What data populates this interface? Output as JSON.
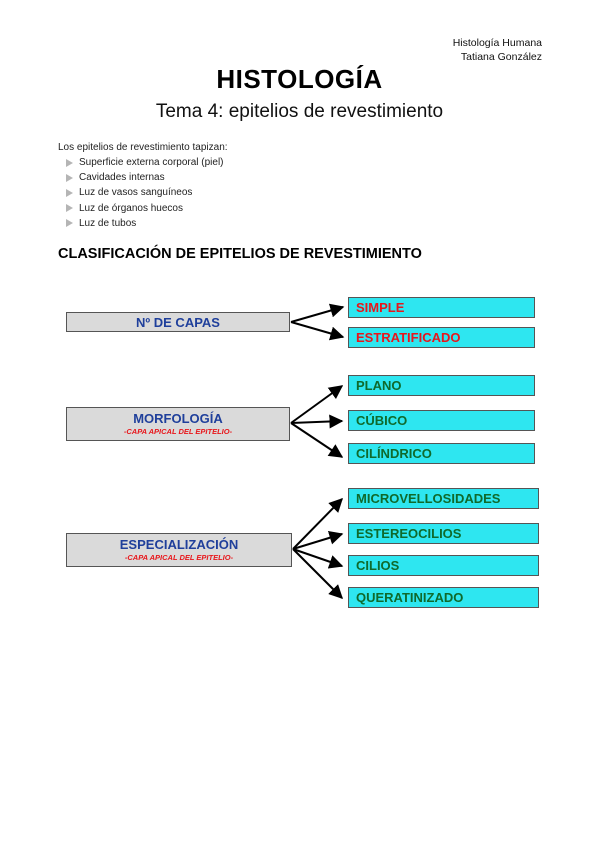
{
  "header": {
    "course": "Histología Humana",
    "author": "Tatiana González"
  },
  "title": "HISTOLOGÍA",
  "subtitle": "Tema 4: epitelios de revestimiento",
  "intro": {
    "text": "Los epitelios de revestimiento tapizan:",
    "items": [
      "Superficie externa corporal (piel)",
      "Cavidades internas",
      "Luz de vasos sanguíneos",
      "Luz de órganos huecos",
      "Luz de tubos"
    ]
  },
  "section_title": "CLASIFICACIÓN DE EPITELIOS DE REVESTIMIENTO",
  "diagram": {
    "groups": [
      {
        "label": "Nº DE CAPAS",
        "sublabel": "",
        "children": [
          "SIMPLE",
          "ESTRATIFICADO"
        ]
      },
      {
        "label": "MORFOLOGÍA",
        "sublabel": "-CAPA APICAL DEL EPITELIO-",
        "children": [
          "PLANO",
          "CÚBICO",
          "CILÍNDRICO"
        ]
      },
      {
        "label": "ESPECIALIZACIÓN",
        "sublabel": "-CAPA APICAL DEL EPITELIO-",
        "children": [
          "MICROVELLOSIDADES",
          "ESTEREOCILIOS",
          "CILIOS",
          "QUERATINIZADO"
        ]
      }
    ]
  },
  "colors": {
    "group_fill": "#dadada",
    "child_fill": "#2ee6f0",
    "group_text": "#1f3f9b",
    "sublabel_text": "#e8161b",
    "capas_text": "#e8161b",
    "other_text": "#0f6a2c"
  }
}
